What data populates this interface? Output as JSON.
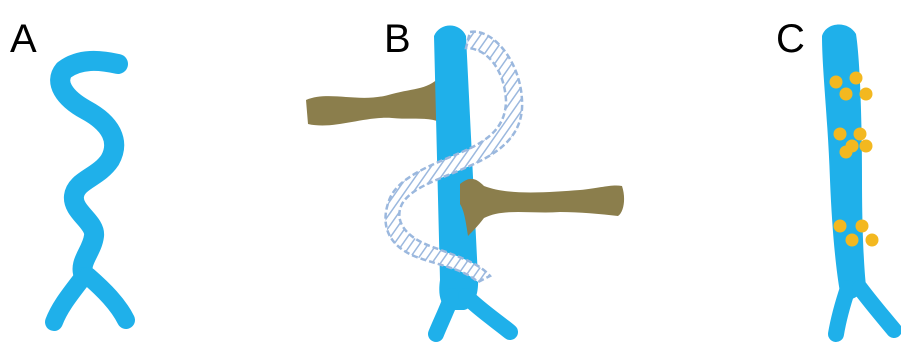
{
  "panels": [
    {
      "id": "A",
      "label": "A"
    },
    {
      "id": "B",
      "label": "B"
    },
    {
      "id": "C",
      "label": "C"
    }
  ],
  "colors": {
    "vessel": "#1fb0ea",
    "cell": "#8b7e4c",
    "helix_fill": "#ffffff",
    "helix_stroke": "#9bb8de",
    "dots": "#f3b820",
    "background": "#ffffff"
  }
}
